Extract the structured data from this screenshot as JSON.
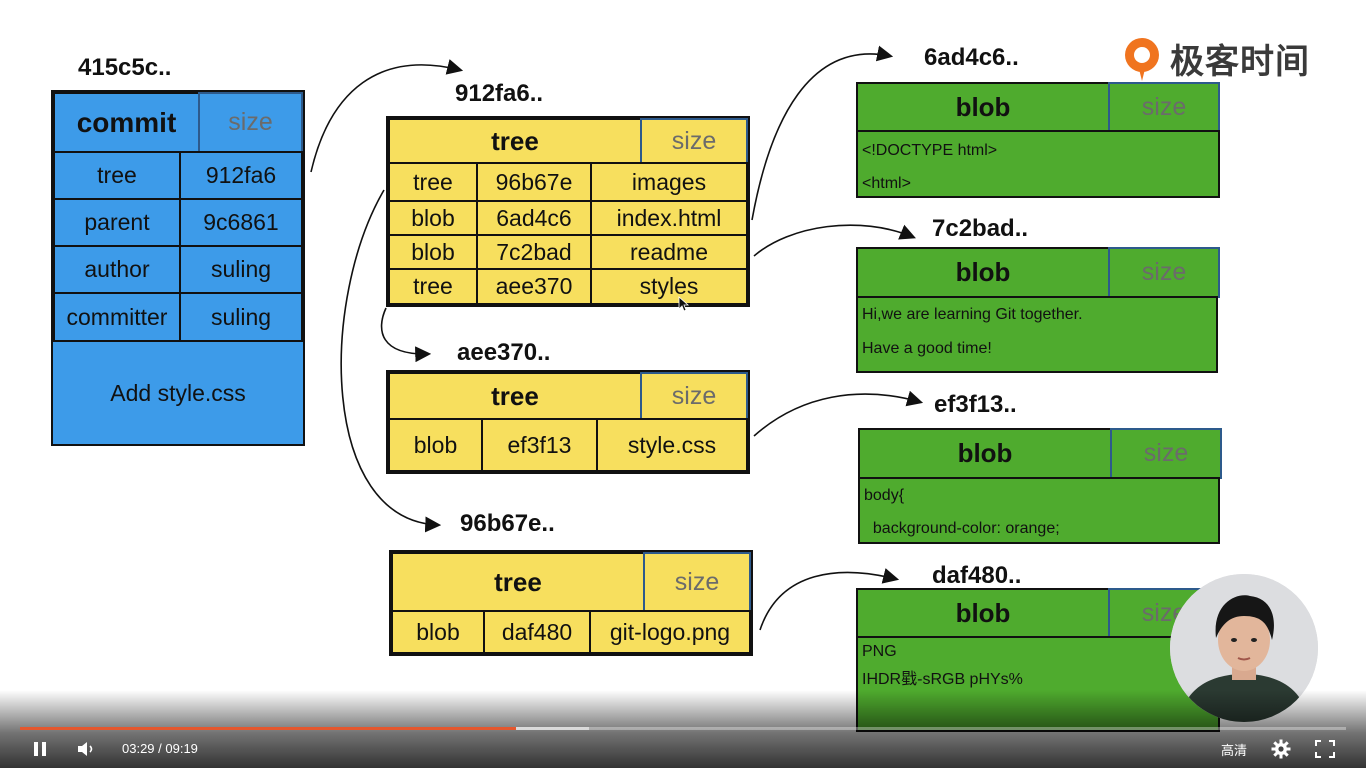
{
  "brand": {
    "name": "极客时间",
    "accent": "#f0741f"
  },
  "colors": {
    "commit": "#3d9be9",
    "tree": "#f7df5e",
    "blob": "#4fab2e",
    "progress": "#e4572e"
  },
  "commit": {
    "hash": "415c5c..",
    "type": "commit",
    "size": "size",
    "rows": [
      {
        "key": "tree",
        "value": "912fa6"
      },
      {
        "key": "parent",
        "value": "9c6861"
      },
      {
        "key": "author",
        "value": "suling"
      },
      {
        "key": "committer",
        "value": "suling"
      }
    ],
    "message": "Add style.css"
  },
  "trees": [
    {
      "hash": "912fa6..",
      "type": "tree",
      "size": "size",
      "entries": [
        {
          "mode": "tree",
          "hash": "96b67e",
          "name": "images"
        },
        {
          "mode": "blob",
          "hash": "6ad4c6",
          "name": "index.html"
        },
        {
          "mode": "blob",
          "hash": "7c2bad",
          "name": "readme"
        },
        {
          "mode": "tree",
          "hash": "aee370",
          "name": "styles"
        }
      ]
    },
    {
      "hash": "aee370..",
      "type": "tree",
      "size": "size",
      "entries": [
        {
          "mode": "blob",
          "hash": "ef3f13",
          "name": "style.css"
        }
      ]
    },
    {
      "hash": "96b67e..",
      "type": "tree",
      "size": "size",
      "entries": [
        {
          "mode": "blob",
          "hash": "daf480",
          "name": "git-logo.png"
        }
      ]
    }
  ],
  "blobs": [
    {
      "hash": "6ad4c6..",
      "type": "blob",
      "size": "size",
      "lines": [
        "<!DOCTYPE html>",
        "<html>"
      ]
    },
    {
      "hash": "7c2bad..",
      "type": "blob",
      "size": "size",
      "lines": [
        "Hi,we are learning Git together.",
        "Have a good time!"
      ]
    },
    {
      "hash": "ef3f13..",
      "type": "blob",
      "size": "size",
      "lines": [
        "body{",
        "  background-color: orange;"
      ]
    },
    {
      "hash": "daf480..",
      "type": "blob",
      "size": "size",
      "lines": [
        "PNG",
        "",
        "IHDR戥-sRGB pHYs%"
      ]
    }
  ],
  "player": {
    "time": "03:29 / 09:19",
    "progress": 0.374,
    "buffered": 0.429,
    "quality": "高清",
    "play_state": "playing",
    "icons": {
      "pause": "pause-icon",
      "volume": "volume-icon",
      "settings": "gear-icon",
      "fullscreen": "fullscreen-icon"
    }
  }
}
